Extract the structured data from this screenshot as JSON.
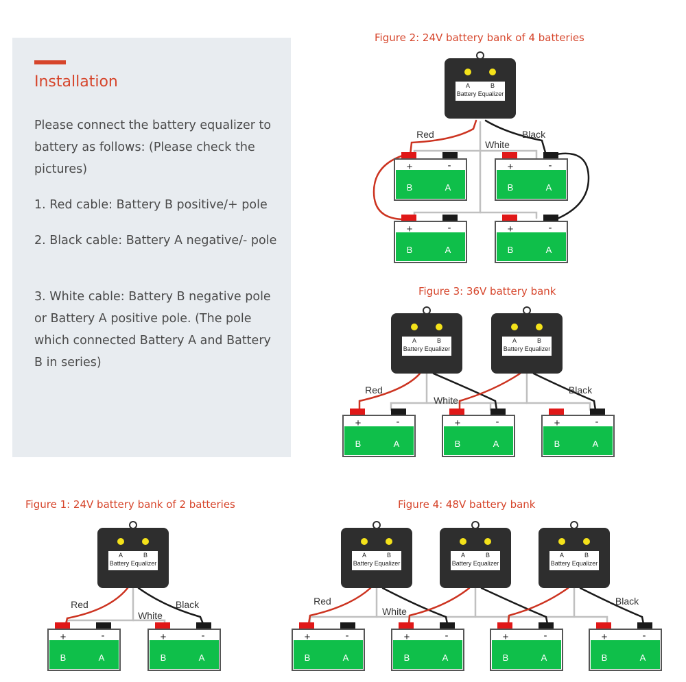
{
  "colors": {
    "accent": "#d6452b",
    "panel_bg": "#e8ecf0",
    "body_text": "#4a4a4a",
    "device": "#2e2e2e",
    "battery_green": "#0fbf4a",
    "red_cable": "#cc3320",
    "black_cable": "#1a1a1a",
    "white_cable": "#c0c0c0",
    "led": "#f4e21a",
    "terminal_red": "#e01818"
  },
  "installation": {
    "title": "Installation",
    "intro": "Please connect the battery equalizer to battery as follows: (Please check the pictures)",
    "step_red": "1. Red cable: Battery B positive/+ pole",
    "step_black": "2. Black cable: Battery A negative/- pole",
    "step_white": "3. White cable: Battery B negative pole or Battery A positive pole. (The pole which connected Battery A and Battery B in series)"
  },
  "figures": {
    "fig1": {
      "title": "Figure 1: 24V battery bank of 2 batteries"
    },
    "fig2": {
      "title": "Figure 2: 24V battery bank of 4 batteries"
    },
    "fig3": {
      "title": "Figure 3: 36V battery bank"
    },
    "fig4": {
      "title": "Figure 4: 48V battery bank"
    }
  },
  "labels": {
    "equalizer": "Battery Equalizer",
    "led_a": "A",
    "led_b": "B",
    "battery_b": "B",
    "battery_a": "A",
    "plus": "+",
    "minus": "-",
    "red": "Red",
    "white": "White",
    "black": "Black"
  }
}
